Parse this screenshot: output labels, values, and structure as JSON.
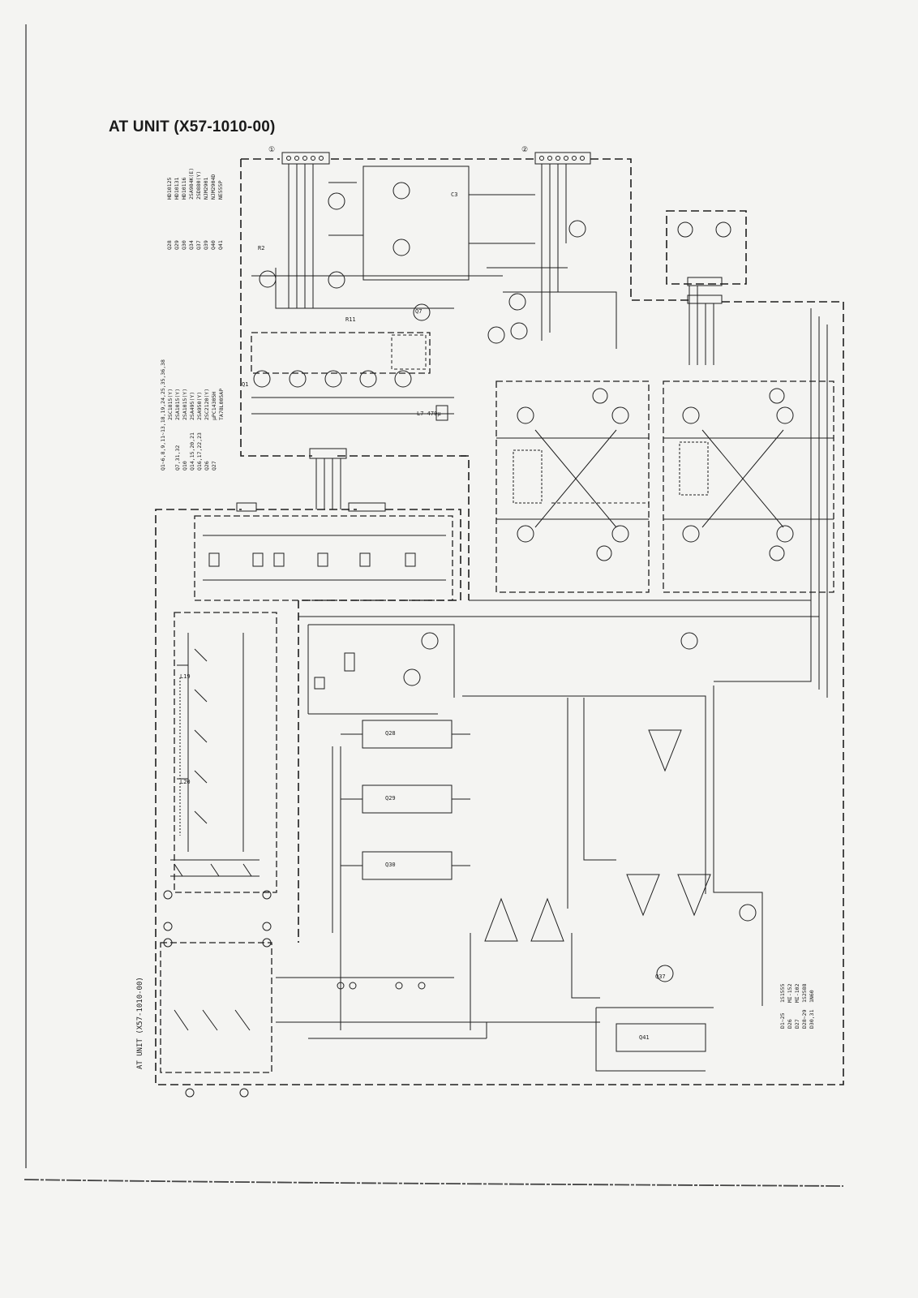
{
  "title": "AT UNIT (X57-1010-00)",
  "side_label": "AT UNIT (X57-1010-00)",
  "connectors": {
    "left_top": "①",
    "right_top": "②"
  },
  "transistor_legend_left": [
    {
      "refs": "Q1~6,8,9,11~13,18,19,24,25,35,36,38",
      "part": ""
    },
    {
      "refs": "",
      "part": "2SC1815(Y)"
    },
    {
      "refs": "Q7,31,32",
      "part": "2SA1015(Y)"
    },
    {
      "refs": "Q10",
      "part": "2SA1015(Y)"
    },
    {
      "refs": "Q14,15,20,21",
      "part": "2SA495(Y)"
    },
    {
      "refs": "Q16,17,22,23",
      "part": "2SA950(Y)"
    },
    {
      "refs": "Q26",
      "part": "2SC2120(Y)"
    },
    {
      "refs": "Q27",
      "part": "μPC14305H"
    },
    {
      "refs": "",
      "part": "TA78L005AP"
    }
  ],
  "transistor_legend_right": [
    {
      "refs": "Q28",
      "part": "HD10125"
    },
    {
      "refs": "Q29",
      "part": "HD10131"
    },
    {
      "refs": "Q30",
      "part": "HD10116"
    },
    {
      "refs": "Q34",
      "part": "2SA984K(E)"
    },
    {
      "refs": "Q37",
      "part": "2SD880(Y)"
    },
    {
      "refs": "Q39",
      "part": "NJM2901"
    },
    {
      "refs": "Q40",
      "part": "NJM2904D"
    },
    {
      "refs": "Q41",
      "part": "NE555P"
    }
  ],
  "diode_legend": [
    {
      "refs": "D1~25",
      "part": "1S1555"
    },
    {
      "refs": "D26",
      "part": "MI-152"
    },
    {
      "refs": "D27",
      "part": "MI-102"
    },
    {
      "refs": "D28~29",
      "part": "1S2588"
    },
    {
      "refs": "D30,31",
      "part": "1N60"
    }
  ],
  "component_labels": {
    "ic_q28": "Q28",
    "ic_q29": "Q29",
    "ic_q30": "Q30",
    "ic_q41": "Q41",
    "q1": "Q1",
    "q7": "Q7",
    "q37": "Q37",
    "relay_l7": "L7 470μ",
    "r2": "R2",
    "c3": "C3",
    "r11": "R11",
    "l19": "L19",
    "l20": "L20"
  }
}
